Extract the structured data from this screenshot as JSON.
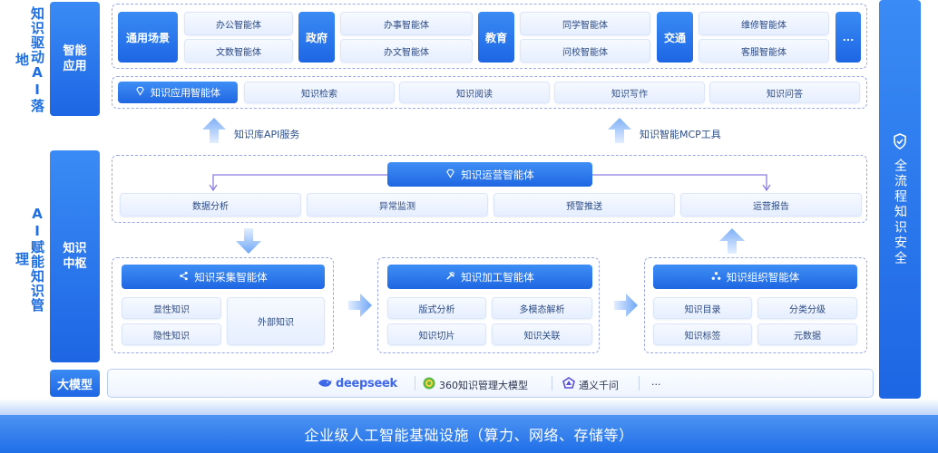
{
  "left_labels": {
    "top": "知识驱动AI落地",
    "bottom": "AI赋能知识管理"
  },
  "row_labels": {
    "app": "智能应用",
    "hub": "知识中枢",
    "model": "大模型"
  },
  "right_label": "全流程知识安全",
  "scenarios": {
    "groups": [
      {
        "name": "通用场景",
        "items": [
          "办公智能体",
          "文数智能体"
        ]
      },
      {
        "name": "政府",
        "items": [
          "办事智能体",
          "办文智能体"
        ]
      },
      {
        "name": "教育",
        "items": [
          "同学智能体",
          "问校智能体"
        ]
      },
      {
        "name": "交通",
        "items": [
          "维修智能体",
          "客服智能体"
        ]
      }
    ],
    "more": "..."
  },
  "knowledge_app": {
    "title": "知识应用智能体",
    "items": [
      "知识检索",
      "知识阅读",
      "知识写作",
      "知识问答"
    ]
  },
  "services": {
    "left": "知识库API服务",
    "right": "知识智能MCP工具"
  },
  "ops": {
    "title": "知识运营智能体",
    "items": [
      "数据分析",
      "异常监测",
      "预警推送",
      "运营报告"
    ]
  },
  "collect": {
    "title": "知识采集智能体",
    "items": [
      "显性知识",
      "隐性知识",
      "外部知识"
    ]
  },
  "process": {
    "title": "知识加工智能体",
    "items": [
      "版式分析",
      "多模态解析",
      "知识切片",
      "知识关联"
    ]
  },
  "organize": {
    "title": "知识组织智能体",
    "items": [
      "知识目录",
      "分类分级",
      "知识标签",
      "元数据"
    ]
  },
  "models": {
    "items": [
      "deepseek",
      "360知识管理大模型",
      "通义千问",
      "..."
    ]
  },
  "footer": "企业级人工智能基础设施（算力、网络、存储等）",
  "colors": {
    "accent": "#1f66e2",
    "footer": "#1f6fe8",
    "dashed": "#9aa6e6"
  }
}
